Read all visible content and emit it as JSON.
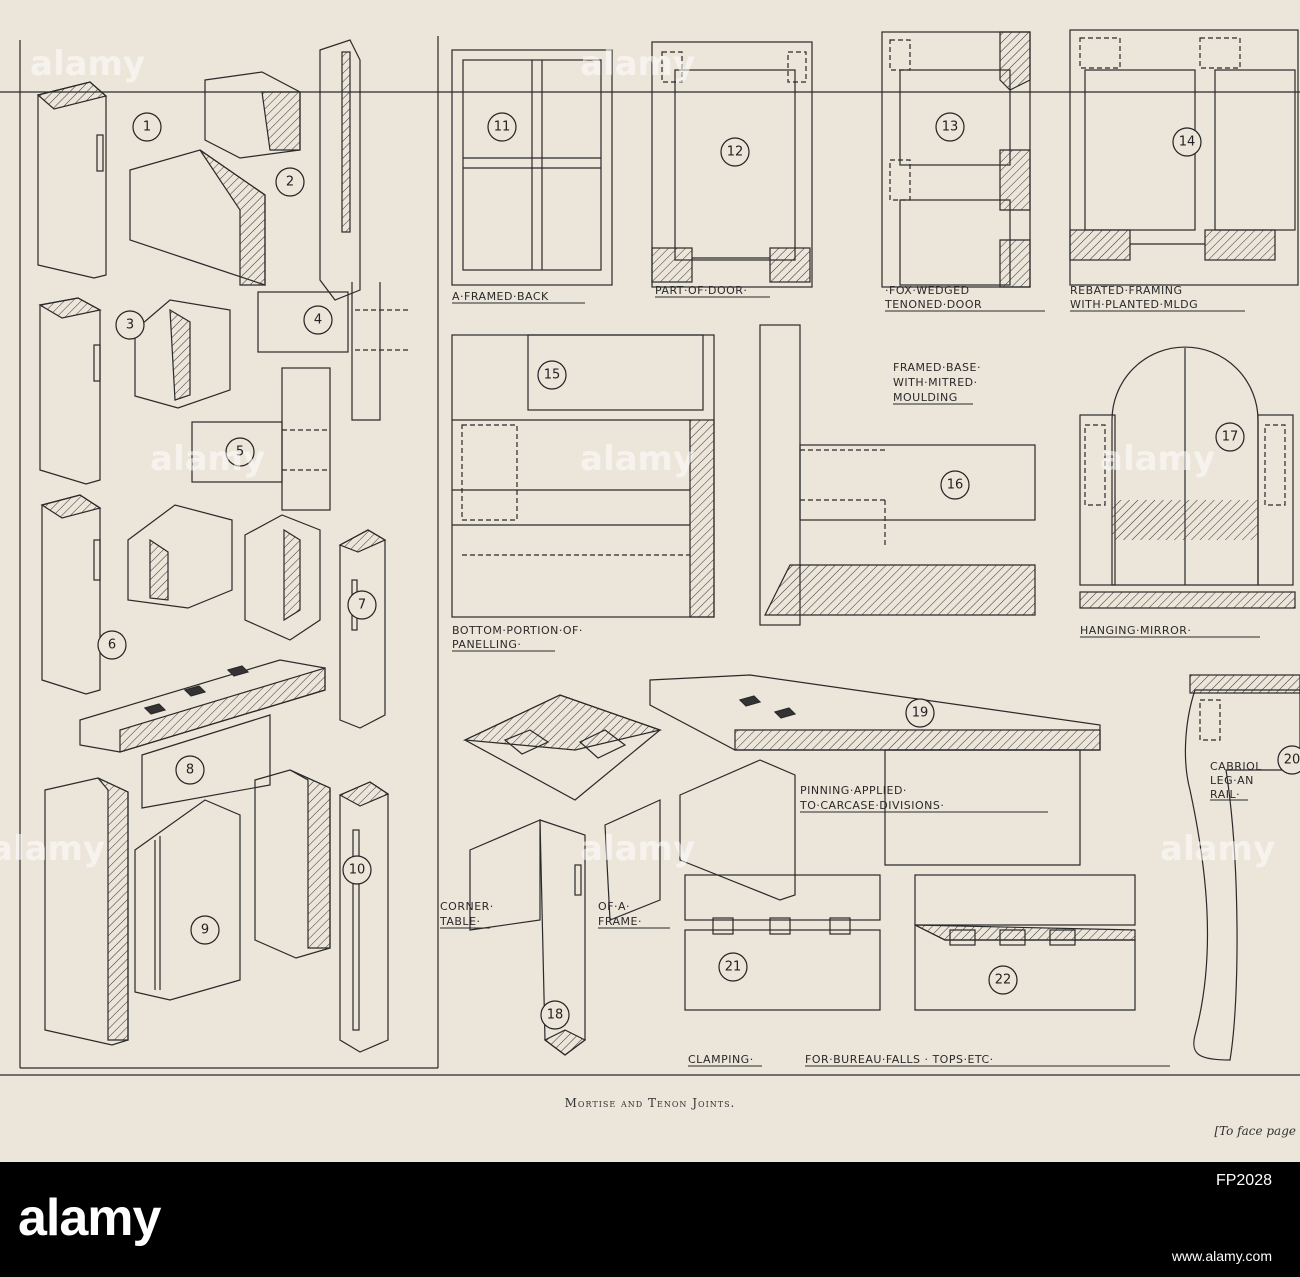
{
  "figures": [
    {
      "n": "1"
    },
    {
      "n": "2"
    },
    {
      "n": "3"
    },
    {
      "n": "4"
    },
    {
      "n": "5"
    },
    {
      "n": "6"
    },
    {
      "n": "7"
    },
    {
      "n": "8"
    },
    {
      "n": "9"
    },
    {
      "n": "10"
    },
    {
      "n": "11"
    },
    {
      "n": "12"
    },
    {
      "n": "13"
    },
    {
      "n": "14"
    },
    {
      "n": "15"
    },
    {
      "n": "16"
    },
    {
      "n": "17"
    },
    {
      "n": "18"
    },
    {
      "n": "19"
    },
    {
      "n": "20"
    },
    {
      "n": "21"
    },
    {
      "n": "22"
    }
  ],
  "labels": {
    "framed_back": "A·FRAMED·BACK",
    "part_of_door": "PART·OF·DOOR·",
    "fox_wedged_1": "·FOX·WEDGED",
    "fox_wedged_2": "TENONED·DOOR",
    "rebated_1": "REBATED·FRAMING",
    "rebated_2": "WITH·PLANTED·MLDG",
    "framed_base_1": "FRAMED·BASE·",
    "framed_base_2": "WITH·MITRED·",
    "framed_base_3": "MOULDING",
    "bottom_panelling_1": "BOTTOM·PORTION·OF·",
    "bottom_panelling_2": "PANELLING·",
    "hanging_mirror": "HANGING·MIRROR·",
    "pinning_1": "PINNING·APPLIED·",
    "pinning_2": "TO·CARCASE·DIVISIONS·",
    "cabriole_1": "CABRIOL",
    "cabriole_2": "LEG·AN",
    "cabriole_3": "RAIL·",
    "corner_1": "CORNER·",
    "corner_2": "TABLE·",
    "frame_1": "OF·A·",
    "frame_2": "FRAME·",
    "clamping": "CLAMPING·",
    "bureau": "FOR·BUREAU·FALLS · TOPS·ETC·"
  },
  "caption": "Mortise and Tenon Joints.",
  "face_ref": "[To face page",
  "watermark": "alamy",
  "footer": {
    "logo": "alamy",
    "stock_id": "FP2028",
    "url": "www.alamy.com"
  }
}
